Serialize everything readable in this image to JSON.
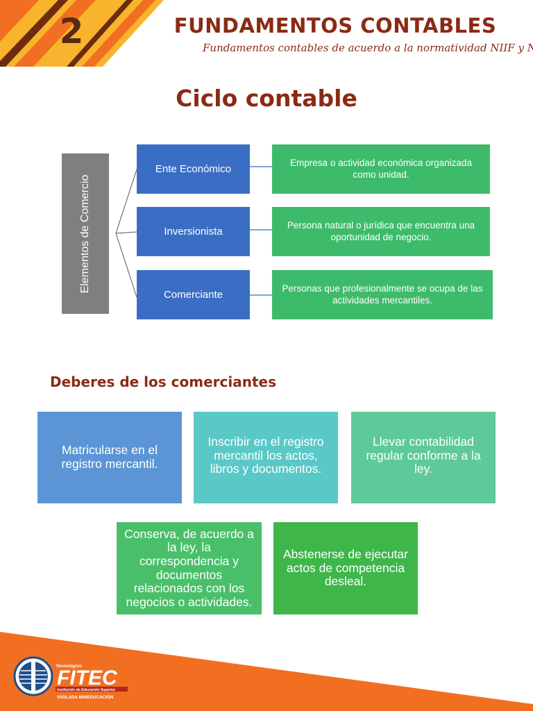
{
  "header": {
    "chapter_number": "2",
    "title": "FUNDAMENTOS CONTABLES",
    "subtitle": "Fundamentos contables de acuerdo a la normatividad NIIF y NIC"
  },
  "section_title": "Ciclo contable",
  "diagram": {
    "root_label": "Elementos de Comercio",
    "items": [
      {
        "label": "Ente Económico",
        "definition": "Empresa o actividad económica organizada como  unidad."
      },
      {
        "label": "Inversionista",
        "definition": "Persona natural o jurídica que encuentra una oportunidad de negocio."
      },
      {
        "label": "Comerciante",
        "definition": "Personas que profesionalmente se ocupa de las actividades mercantiles."
      }
    ]
  },
  "duties": {
    "title": "Deberes de los comerciantes",
    "items": [
      "Matricularse en el registro mercantil.",
      "Inscribir en el registro mercantil los actos, libros y documentos.",
      "Llevar contabilidad regular conforme a la ley.",
      "Conserva, de acuerdo a la ley, la correspondencia y documentos relacionados con los negocios o actividades.",
      "Abstenerse de ejecutar actos de competencia desleal."
    ]
  },
  "footer": {
    "logo_text": "FITEC",
    "logo_small_top": "Tecnológico",
    "logo_tagline": "Institución de Educación Superior",
    "logo_vigilada": "VIGILADA MINEDUCACIÓN"
  },
  "colors": {
    "brand_brown": "#8b2a14",
    "orange": "#f26f21",
    "yellow": "#f7b42c",
    "blue_box": "#3a6ec4",
    "green_box": "#3dbb6b",
    "grey_box": "#7f7f7f"
  }
}
